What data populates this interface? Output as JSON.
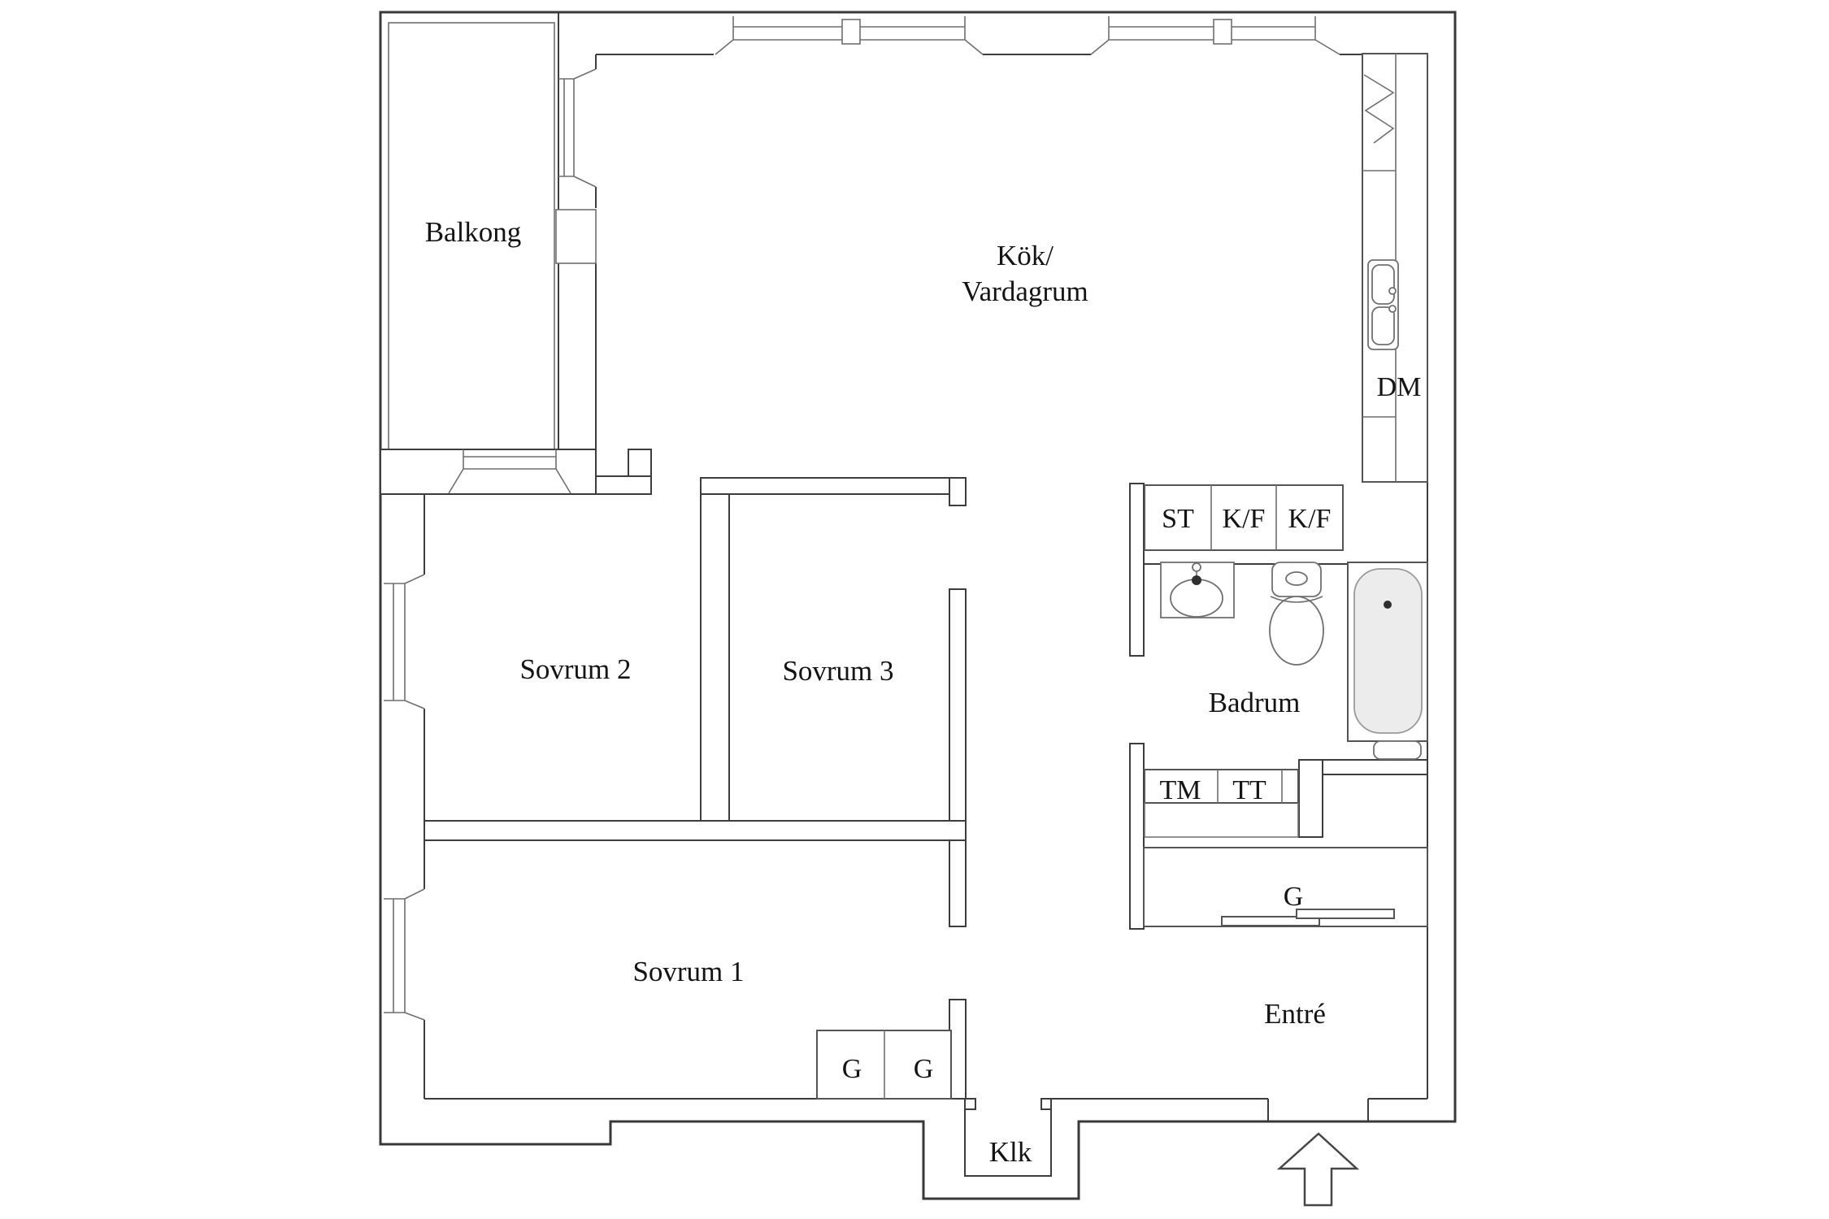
{
  "floorplan": {
    "rooms": {
      "balkong": {
        "label": "Balkong"
      },
      "kok_vardagrum": {
        "label_line1": "Kök/",
        "label_line2": "Vardagrum"
      },
      "sovrum1": {
        "label": "Sovrum 1"
      },
      "sovrum2": {
        "label": "Sovrum 2"
      },
      "sovrum3": {
        "label": "Sovrum 3"
      },
      "badrum": {
        "label": "Badrum"
      },
      "entre": {
        "label": "Entré"
      },
      "klk": {
        "label": "Klk"
      }
    },
    "fixtures": {
      "dm": {
        "label": "DM"
      },
      "st": {
        "label": "ST"
      },
      "kf_1": {
        "label": "K/F"
      },
      "kf_2": {
        "label": "K/F"
      },
      "tm": {
        "label": "TM"
      },
      "tt": {
        "label": "TT"
      },
      "g_hall": {
        "label": "G"
      },
      "g_sov1_left": {
        "label": "G"
      },
      "g_sov1_right": {
        "label": "G"
      }
    },
    "icons": {
      "entrance_arrow": "arrow-up-entrance"
    },
    "colors": {
      "wall_line": "#3d3d3d",
      "fixture_line": "#707070",
      "text": "#141414",
      "bathtub_fill": "#ececec",
      "background": "#ffffff"
    }
  }
}
